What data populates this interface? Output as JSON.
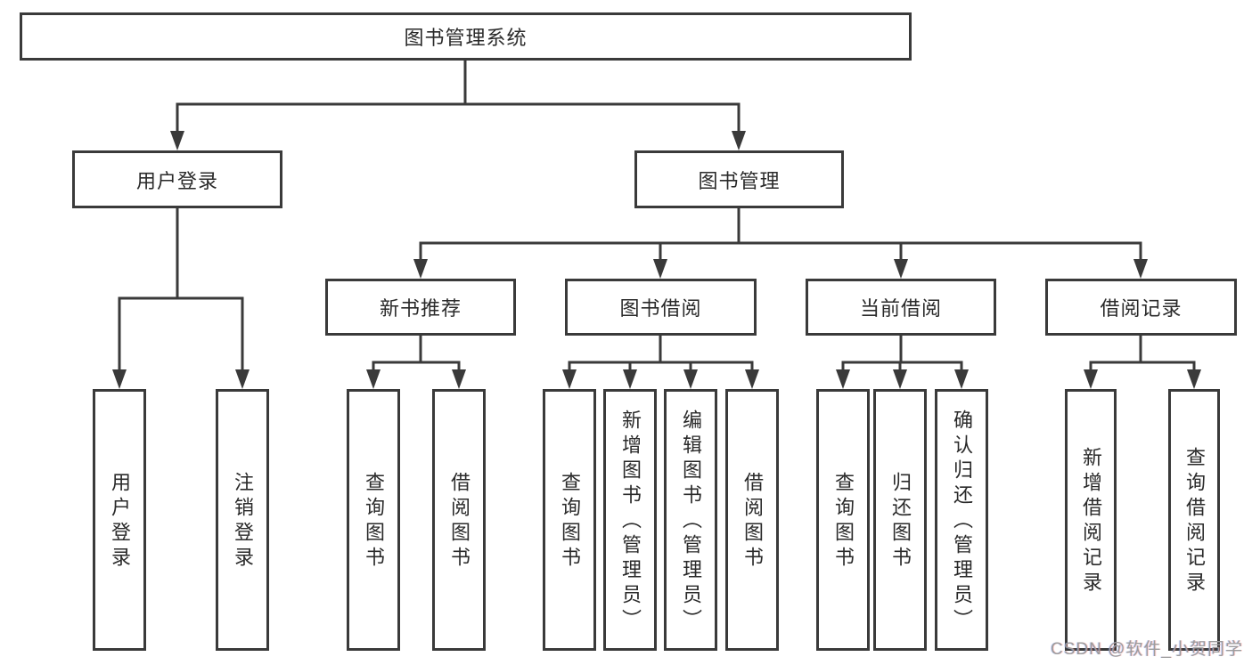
{
  "colors": {
    "line": "#3a3a3a",
    "box_border": "#3a3a3a",
    "text": "#2a2a2a",
    "background": "#ffffff",
    "watermark": "#9c9c9c"
  },
  "nodes": {
    "root": "图书管理系统",
    "user_login": "用户登录",
    "book_mgmt": "图书管理",
    "new_book_rec": "新书推荐",
    "book_borrow": "图书借阅",
    "current_borrow": "当前借阅",
    "borrow_records": "借阅记录",
    "leaf_user_login": "用户登录",
    "leaf_logout": "注销登录",
    "rec_query_book": "查询图书",
    "rec_borrow_book": "借阅图书",
    "bb_query_book": "查询图书",
    "bb_add_book": "新增图书（管理员）",
    "bb_edit_book": "编辑图书（管理员）",
    "bb_borrow_book": "借阅图书",
    "cb_query_book": "查询图书",
    "cb_return_book": "归还图书",
    "cb_confirm_return": "确认归还（管理员）",
    "br_add_record": "新增借阅记录",
    "br_query_record": "查询借阅记录"
  },
  "hierarchy": {
    "label": "图书管理系统",
    "children": [
      {
        "label": "用户登录",
        "children": [
          {
            "label": "用户登录"
          },
          {
            "label": "注销登录"
          }
        ]
      },
      {
        "label": "图书管理",
        "children": [
          {
            "label": "新书推荐",
            "children": [
              {
                "label": "查询图书"
              },
              {
                "label": "借阅图书"
              }
            ]
          },
          {
            "label": "图书借阅",
            "children": [
              {
                "label": "查询图书"
              },
              {
                "label": "新增图书（管理员）"
              },
              {
                "label": "编辑图书（管理员）"
              },
              {
                "label": "借阅图书"
              }
            ]
          },
          {
            "label": "当前借阅",
            "children": [
              {
                "label": "查询图书"
              },
              {
                "label": "归还图书"
              },
              {
                "label": "确认归还（管理员）"
              }
            ]
          },
          {
            "label": "借阅记录",
            "children": [
              {
                "label": "新增借阅记录"
              },
              {
                "label": "查询借阅记录"
              }
            ]
          }
        ]
      }
    ]
  },
  "watermark": "CSDN @软件_小贺同学"
}
